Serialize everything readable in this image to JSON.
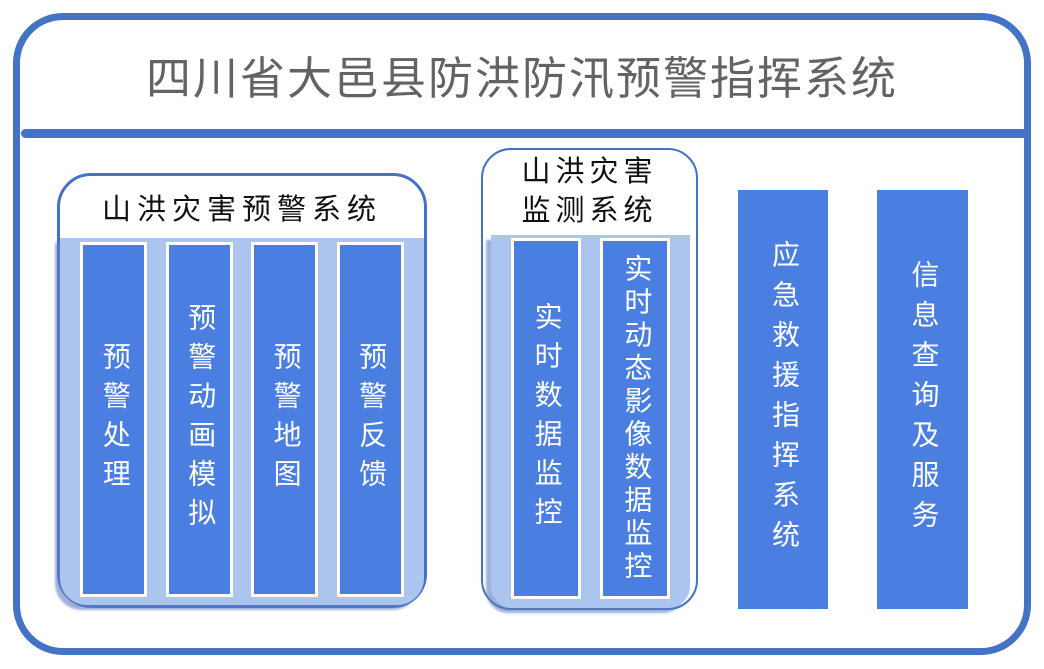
{
  "title": "四川省大邑县防洪防汛预警指挥系统",
  "colors": {
    "accent_blue": "#4472C4",
    "bar_blue": "#4A7EE0",
    "panel_light_blue": "#ABC5EF",
    "title_gray": "#636363",
    "bar_text_white": "#FFFFFF",
    "header_text_black": "#111111"
  },
  "groups": [
    {
      "title": "山洪灾害预警系统",
      "title_lines": [
        "山洪灾害预警系统"
      ],
      "bars": [
        "预警处理",
        "预警动画模拟",
        "预警地图",
        "预警反馈"
      ]
    },
    {
      "title": "山洪灾害监测系统",
      "title_lines": [
        "山洪灾害",
        "监测系统"
      ],
      "bars": [
        "实时数据监控",
        "实时动态影像数据监控"
      ]
    }
  ],
  "standalone_bars": [
    "应急救援指挥系统",
    "信息查询及服务"
  ]
}
